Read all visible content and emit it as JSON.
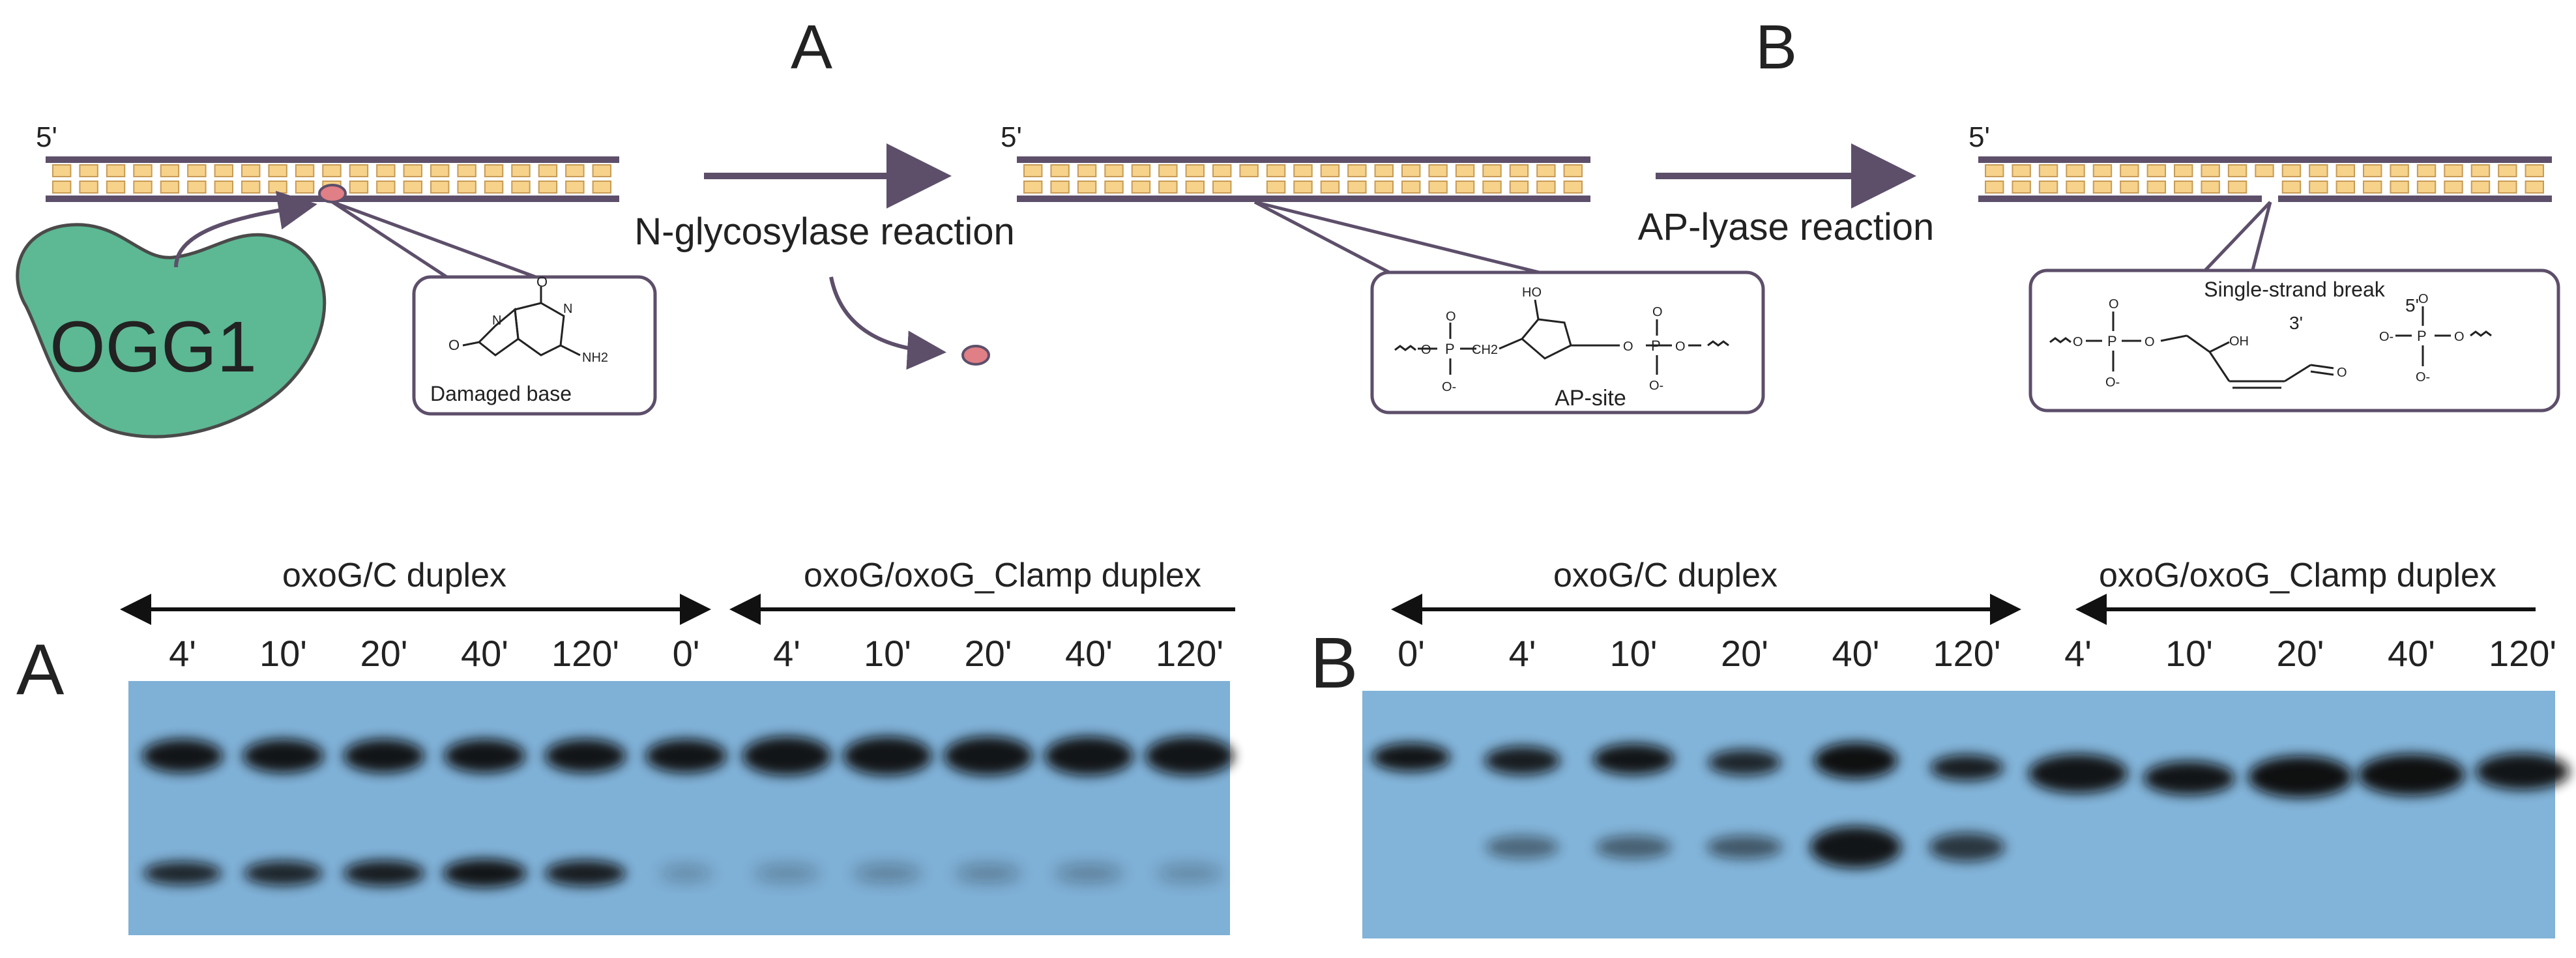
{
  "top_scheme": {
    "step_a_letter": "A",
    "step_b_letter": "B",
    "five_prime_label": "5'",
    "enzyme_label": "OGG1",
    "reaction_a_label": "N-glycosylase reaction",
    "reaction_b_label": "AP-lyase reaction",
    "damaged_base_label": "Damaged base",
    "ap_site_label": "AP-site",
    "single_strand_break_label": "Single-strand break",
    "three_prime_label": "3'",
    "five_prime_break_label": "5'",
    "chem": {
      "nh": "N",
      "h": "H",
      "o": "O",
      "n": "N",
      "nh2": "NH2",
      "ho": "HO",
      "oh": "OH",
      "p": "P",
      "o_minus": "O-",
      "ch2": "CH2"
    },
    "colors": {
      "enzyme_fill": "#5db894",
      "dna_strand": "#5d4f6a",
      "base_fill": "#f6d28a",
      "damaged_base": "#e07f86",
      "arrow": "#5d4f6a",
      "break_label": "#e2336b"
    }
  },
  "gels": [
    {
      "letter": "A",
      "group_left": "oxoG/C duplex",
      "group_right": "oxoG/oxoG_Clamp duplex",
      "lanes": [
        "4'",
        "10'",
        "20'",
        "40'",
        "120'",
        "0'",
        "4'",
        "10'",
        "20'",
        "40'",
        "120'"
      ],
      "background": "#7fb0d6"
    },
    {
      "letter": "B",
      "group_left": "oxoG/C duplex",
      "group_right": "oxoG/oxoG_Clamp duplex",
      "lanes": [
        "0'",
        "4'",
        "10'",
        "20'",
        "40'",
        "120'",
        "4'",
        "10'",
        "20'",
        "40'",
        "120'"
      ],
      "background": "#82b3d8"
    }
  ]
}
